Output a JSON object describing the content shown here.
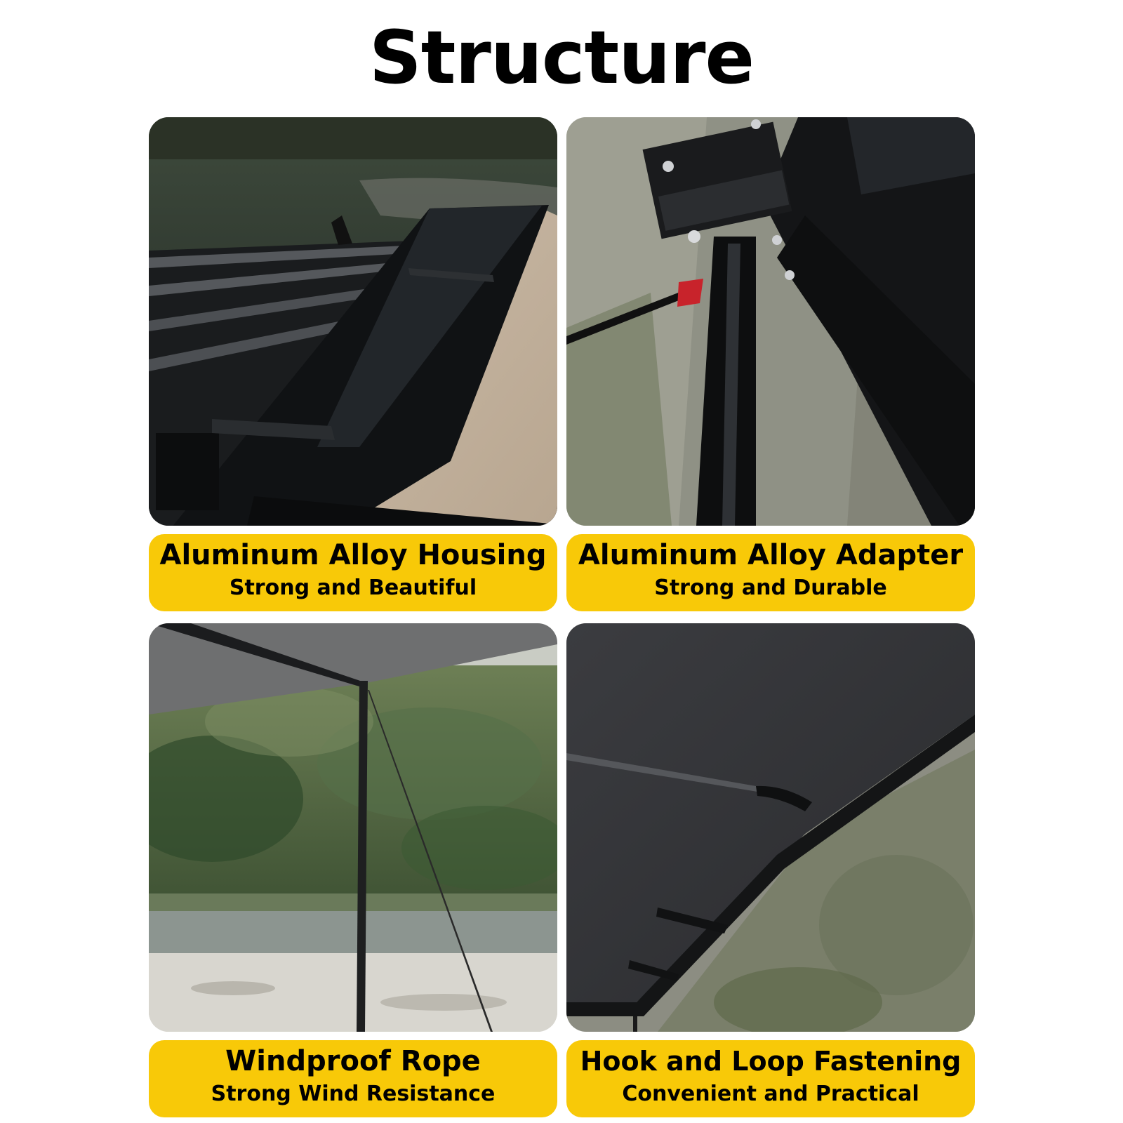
{
  "title": "Structure",
  "cards": [
    {
      "image": "awning-housing-on-vehicle-roof-photo",
      "heading": "Aluminum Alloy Housing",
      "subheading": "Strong and Beautiful"
    },
    {
      "image": "awning-adapter-bracket-with-pole-photo",
      "heading": "Aluminum Alloy Adapter",
      "subheading": "Strong and Durable"
    },
    {
      "image": "awning-pole-with-guy-rope-by-river-photo",
      "heading": "Windproof Rope",
      "subheading": "Strong Wind Resistance"
    },
    {
      "image": "awning-fabric-hook-and-loop-straps-photo",
      "heading": "Hook and Loop Fastening",
      "subheading": "Convenient and Practical"
    }
  ],
  "colors": {
    "label_background": "#f8c908",
    "text": "#000000",
    "page_background": "#ffffff"
  }
}
